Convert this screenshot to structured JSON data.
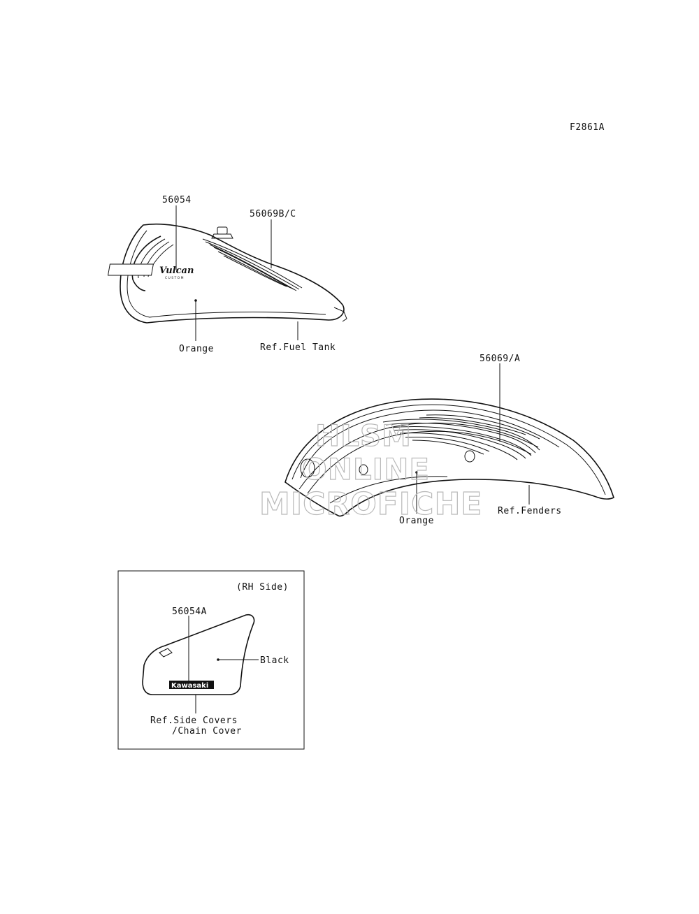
{
  "figure_code": "F2861A",
  "parts": {
    "tank_emblem": "56054",
    "tank_stripe": "56069B/C",
    "fender_stripe": "56069/A",
    "side_cover_emblem": "56054A"
  },
  "colors": {
    "tank_color": "Orange",
    "fender_color": "Orange",
    "side_cover_color": "Black"
  },
  "references": {
    "fuel_tank": "Ref.Fuel Tank",
    "fenders": "Ref.Fenders",
    "side_covers_line1": "Ref.Side Covers",
    "side_covers_line2": "/Chain Cover"
  },
  "inset_title": "(RH Side)",
  "logos": {
    "vulcan": "Vulcan",
    "vulcan_sub": "CUSTOM",
    "kawasaki": "Kawasaki"
  },
  "watermark": {
    "line1": "HLSM",
    "line2": "ONLINE",
    "line3": "MICROFICHE"
  }
}
